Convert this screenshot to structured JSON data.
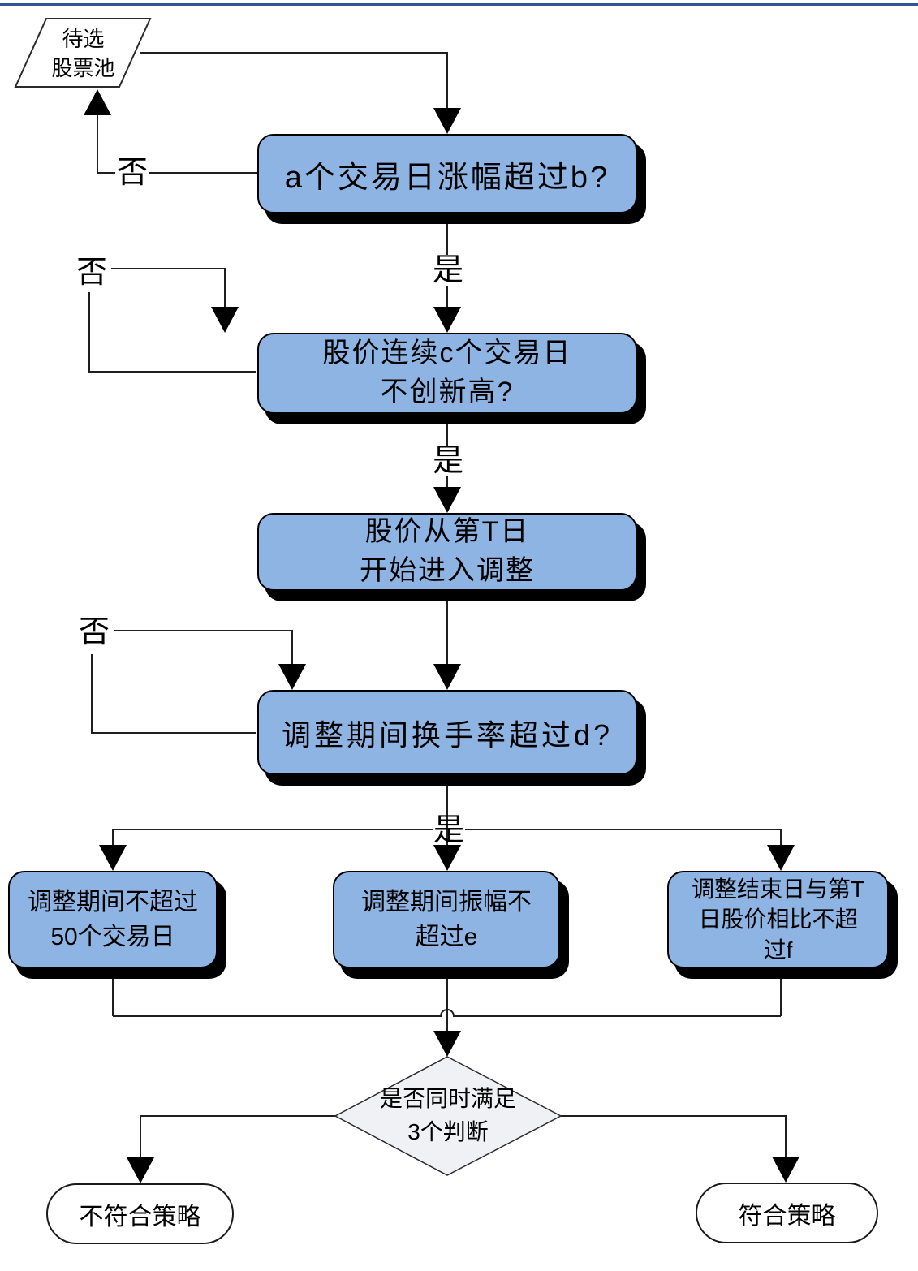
{
  "flowchart": {
    "colors": {
      "process_fill": "#8DB4E2",
      "decision_fill": "#F0F1F4",
      "terminal_fill": "#FFFFFF",
      "line": "#1F1F1F",
      "shadow": "#000000",
      "top_rule": "#2F5597"
    },
    "labels": {
      "yes": "是",
      "no": "否"
    },
    "nodes": {
      "stock_pool": {
        "type": "parallelogram",
        "lines": [
          "待选",
          "股票池"
        ]
      },
      "step1": {
        "type": "process",
        "text": "a个交易日涨幅超过b?"
      },
      "step2": {
        "type": "process",
        "lines": [
          "股价连续c个交易日",
          "不创新高?"
        ]
      },
      "step3": {
        "type": "process",
        "lines": [
          "股价从第T日",
          "开始进入调整"
        ]
      },
      "step4": {
        "type": "process",
        "text": "调整期间换手率超过d?"
      },
      "cond_days": {
        "type": "process",
        "lines": [
          "调整期间不超过",
          "50个交易日"
        ]
      },
      "cond_amplitude": {
        "type": "process",
        "lines": [
          "调整期间振幅不",
          "超过e"
        ]
      },
      "cond_price": {
        "type": "process",
        "lines": [
          "调整结束日与第T",
          "日股价相比不超",
          "过f"
        ]
      },
      "decision": {
        "type": "diamond",
        "lines": [
          "是否同时满足",
          "3个判断"
        ]
      },
      "fail": {
        "type": "terminal",
        "text": "不符合策略"
      },
      "pass": {
        "type": "terminal",
        "text": "符合策略"
      }
    }
  }
}
